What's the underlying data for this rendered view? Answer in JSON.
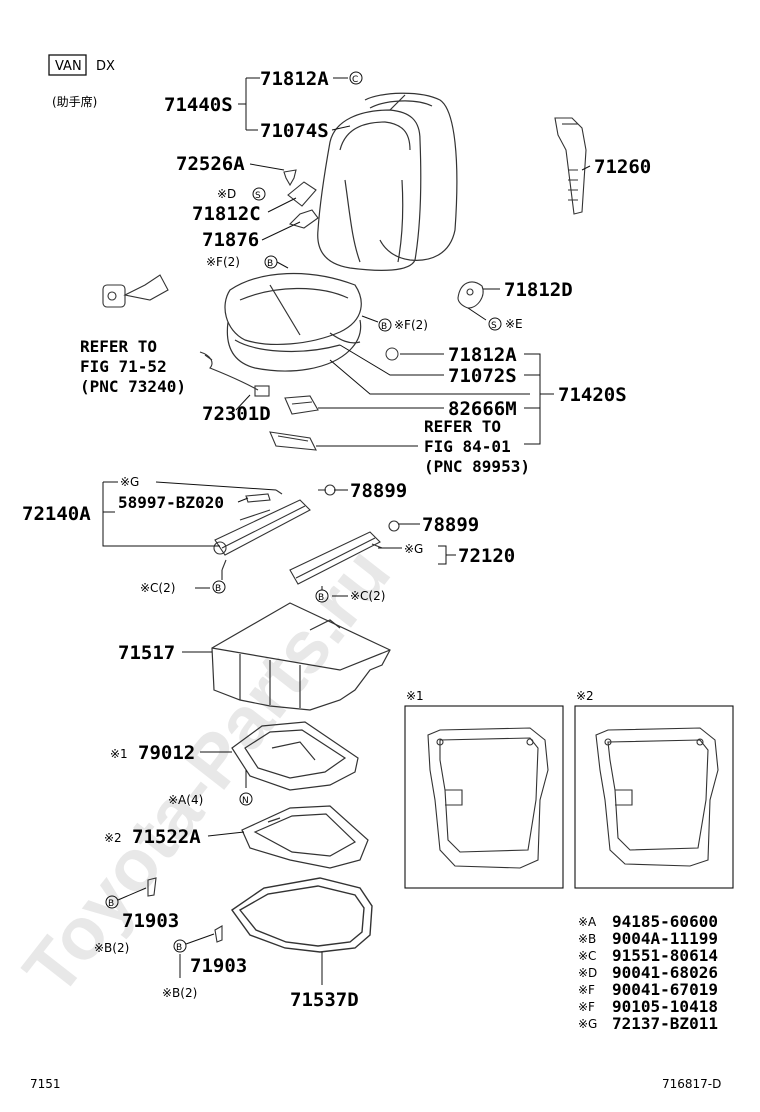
{
  "header": {
    "badge": "VAN",
    "grade": "DX",
    "position": "(助手席)"
  },
  "parts": {
    "p71812A_top": "71812A",
    "p71440S": "71440S",
    "p71074S": "71074S",
    "p72526A": "72526A",
    "p71812C": "71812C",
    "p71876": "71876",
    "p71260": "71260",
    "p71812D": "71812D",
    "p71812A_mid": "71812A",
    "p71072S": "71072S",
    "p71420S": "71420S",
    "p72301D": "72301D",
    "p82666M": "82666M",
    "p72140A": "72140A",
    "p58997": "58997-BZ020",
    "p78899a": "78899",
    "p78899b": "78899",
    "p72120": "72120",
    "p71517": "71517",
    "p79012": "79012",
    "p71522A": "71522A",
    "p71903a": "71903",
    "p71903b": "71903",
    "p71537D": "71537D"
  },
  "refer": {
    "line1a": "REFER TO",
    "line2a": "FIG 71-52",
    "line3a": "(PNC 73240)",
    "line1b": "REFER TO",
    "line2b": "FIG 84-01",
    "line3b": "(PNC 89953)"
  },
  "callouts": {
    "xD": "※D",
    "xF2": "※F(2)",
    "xF2b": "※F(2)",
    "xE": "※E",
    "xG1": "※G",
    "xG2": "※G",
    "xC2a": "※C(2)",
    "xC2b": "※C(2)",
    "xA4": "※A(4)",
    "xB2a": "※B(2)",
    "xB2b": "※B(2)",
    "x1": "※1",
    "x2": "※2",
    "x1box": "※1",
    "x2box": "※2",
    "symC": "C",
    "symS1": "S",
    "symB1": "B",
    "symB2": "B",
    "symS2": "S",
    "symB3": "B",
    "symB4": "B",
    "symN": "N",
    "symB5": "B",
    "symB6": "B"
  },
  "legend": [
    {
      "key": "※A",
      "value": "94185-60600"
    },
    {
      "key": "※B",
      "value": "9004A-11199"
    },
    {
      "key": "※C",
      "value": "91551-80614"
    },
    {
      "key": "※D",
      "value": "90041-68026"
    },
    {
      "key": "※F",
      "value": "90041-67019"
    },
    {
      "key": "※F",
      "value": "90105-10418"
    },
    {
      "key": "※G",
      "value": "72137-BZ011"
    }
  ],
  "footer": {
    "left": "7151",
    "right": "716817-D"
  },
  "watermark": "Toyota-Parts.ru"
}
